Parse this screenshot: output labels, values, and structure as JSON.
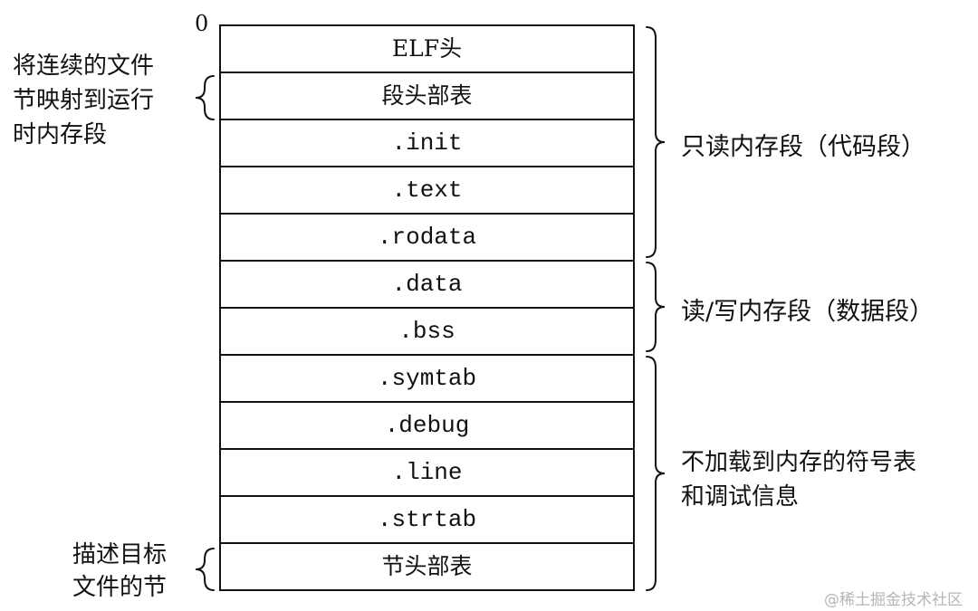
{
  "offset_zero": "0",
  "sections": [
    {
      "label": "ELF头",
      "kind": "header"
    },
    {
      "label": "段头部表",
      "kind": "header"
    },
    {
      "label": ".init",
      "kind": "code"
    },
    {
      "label": ".text",
      "kind": "code"
    },
    {
      "label": ".rodata",
      "kind": "code"
    },
    {
      "label": ".data",
      "kind": "code"
    },
    {
      "label": ".bss",
      "kind": "code"
    },
    {
      "label": ".symtab",
      "kind": "code"
    },
    {
      "label": ".debug",
      "kind": "code"
    },
    {
      "label": ".line",
      "kind": "code"
    },
    {
      "label": ".strtab",
      "kind": "code"
    },
    {
      "label": "节头部表",
      "kind": "header"
    }
  ],
  "left_annotations": {
    "segment_header_note": [
      "将连续的文件",
      "节映射到运行",
      "时内存段"
    ],
    "section_header_note": [
      "描述目标",
      "文件的节"
    ]
  },
  "right_annotations": {
    "read_only": "只读内存段（代码段）",
    "read_write": "读/写内存段（数据段）",
    "not_loaded": [
      "不加载到内存的符号表",
      "和调试信息"
    ]
  },
  "watermark": "@稀土掘金技术社区"
}
